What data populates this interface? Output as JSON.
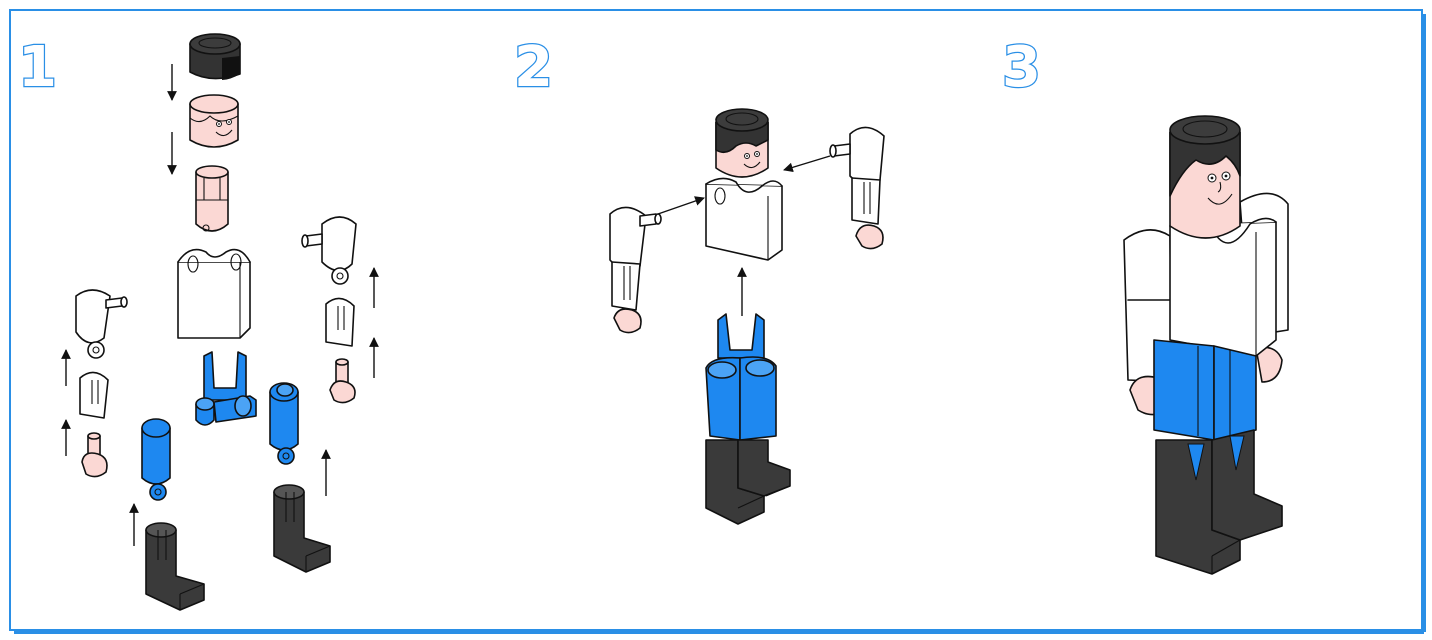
{
  "panels": [
    {
      "step": "1"
    },
    {
      "step": "2"
    },
    {
      "step": "3"
    }
  ],
  "colors": {
    "border_blue": "#2a8fe6",
    "number_outline": "#2a8fe6",
    "hair": "#333333",
    "skin": "#fbd8d4",
    "shirt": "#ffffff",
    "pants": "#1e88f0",
    "boots": "#3a3a3a",
    "outline": "#111111"
  }
}
